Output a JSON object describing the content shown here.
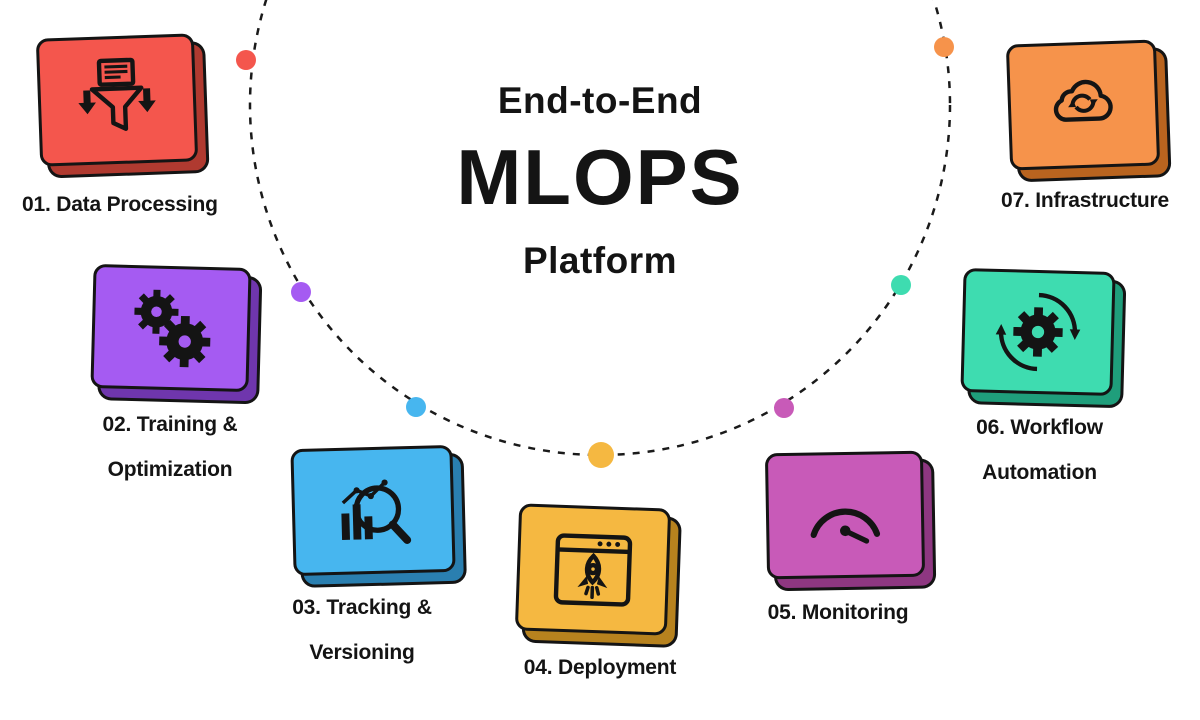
{
  "title": {
    "line1": "End-to-End",
    "line2": "MLOPS",
    "line3": "Platform"
  },
  "colors": {
    "ink": "#141414",
    "background": "#ffffff",
    "ring": "#1a1a1a"
  },
  "items": [
    {
      "id": "01",
      "label": "01. Data Processing",
      "icon": "funnel-document-icon",
      "color": "#f4564d",
      "shade": "#b03a30"
    },
    {
      "id": "02",
      "label": "02. Training & Optimization",
      "icon": "gears-icon",
      "color": "#a55bf2",
      "shade": "#6f36ad"
    },
    {
      "id": "03",
      "label": "03. Tracking & Versioning",
      "icon": "chart-magnifier-icon",
      "color": "#47b6ef",
      "shade": "#2a7fb0"
    },
    {
      "id": "04",
      "label": "04. Deployment",
      "icon": "rocket-browser-icon",
      "color": "#f5b841",
      "shade": "#b7821e"
    },
    {
      "id": "05",
      "label": "05. Monitoring",
      "icon": "gauge-icon",
      "color": "#c85ab8",
      "shade": "#8e3781"
    },
    {
      "id": "06",
      "label": "06. Workflow Automation",
      "icon": "gear-cycle-icon",
      "color": "#3edcb0",
      "shade": "#1f9e7b"
    },
    {
      "id": "07",
      "label": "07. Infrastructure",
      "icon": "cloud-sync-icon",
      "color": "#f6934b",
      "shade": "#b9641f"
    }
  ]
}
